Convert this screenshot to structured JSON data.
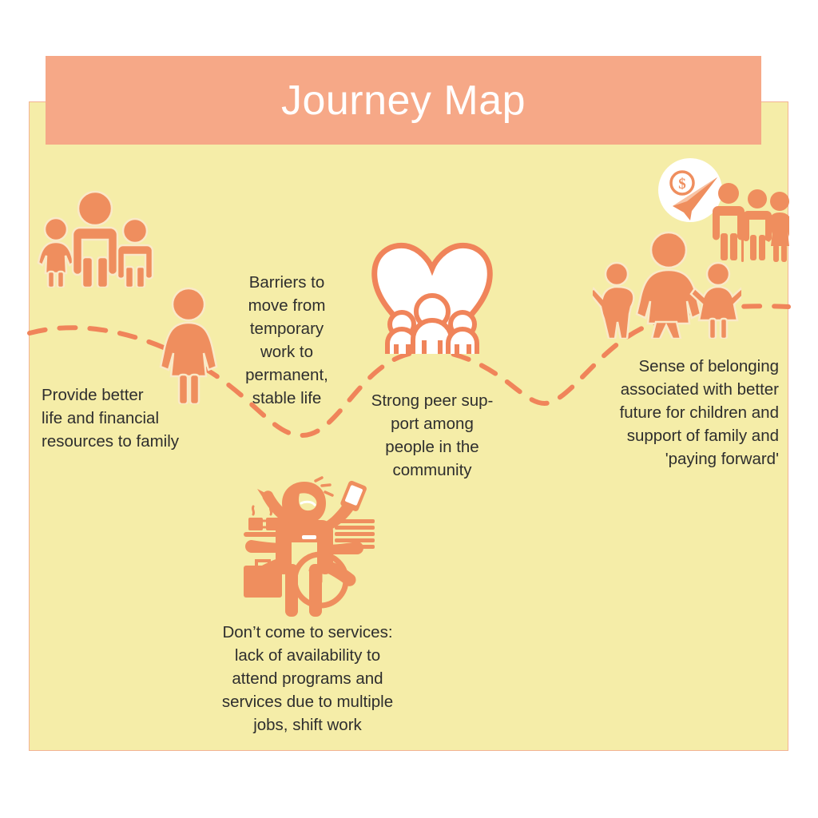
{
  "header": {
    "title": "Journey Map",
    "bar_color": "#F6A887",
    "title_color": "#FFFFFF"
  },
  "panel": {
    "background_color": "#F5EDA8",
    "border_color": "#F3B393"
  },
  "theme": {
    "figure_orange": "#EF8E5E",
    "path_orange": "#F0845A",
    "text_color": "#2E2E2E",
    "white": "#FFFFFF"
  },
  "stages": [
    {
      "id": "provide-resources",
      "caption": "Provide better\nlife and financial\nresources to family",
      "align": "left",
      "icon": "family-group-icon"
    },
    {
      "id": "barriers",
      "caption": "Barriers to\nmove from\ntemporary\nwork to\npermanent,\nstable life",
      "align": "center",
      "icon": "single-woman-icon"
    },
    {
      "id": "peer-support",
      "caption": "Strong peer sup-\nport among\npeople in the\ncommunity",
      "align": "center",
      "icon": "heart-with-people-icon"
    },
    {
      "id": "barriers-to-services",
      "caption": "Don’t come to services:\nlack of availability to\nattend programs and\nservices due to multiple\njobs, shift work",
      "align": "center",
      "icon": "overworked-person-icon"
    },
    {
      "id": "sense-of-belonging",
      "caption": "Sense of belonging\nassociated with better\nfuture for children and\nsupport of family and\n'paying forward'",
      "align": "right",
      "icon": "mother-with-children-icon"
    }
  ],
  "icons": [
    {
      "name": "family-group-icon",
      "description": "Girl, adult man and boy standing together"
    },
    {
      "name": "single-woman-icon",
      "description": "Single standing woman in a dress"
    },
    {
      "name": "heart-with-people-icon",
      "description": "White heart outline containing three people"
    },
    {
      "name": "overworked-person-icon",
      "description": "Stressed multi-armed person juggling briefcase, clock, coffee, papers and phone"
    },
    {
      "name": "mother-with-children-icon",
      "description": "Mother holding hands with a boy and a girl"
    },
    {
      "name": "money-paperplane-icon",
      "description": "White circle with a paper plane and dollar coin"
    },
    {
      "name": "elderly-family-icon",
      "description": "Adult man with two elderly people using canes"
    }
  ],
  "path": {
    "style": "dashed-wave",
    "color": "#F0845A"
  }
}
